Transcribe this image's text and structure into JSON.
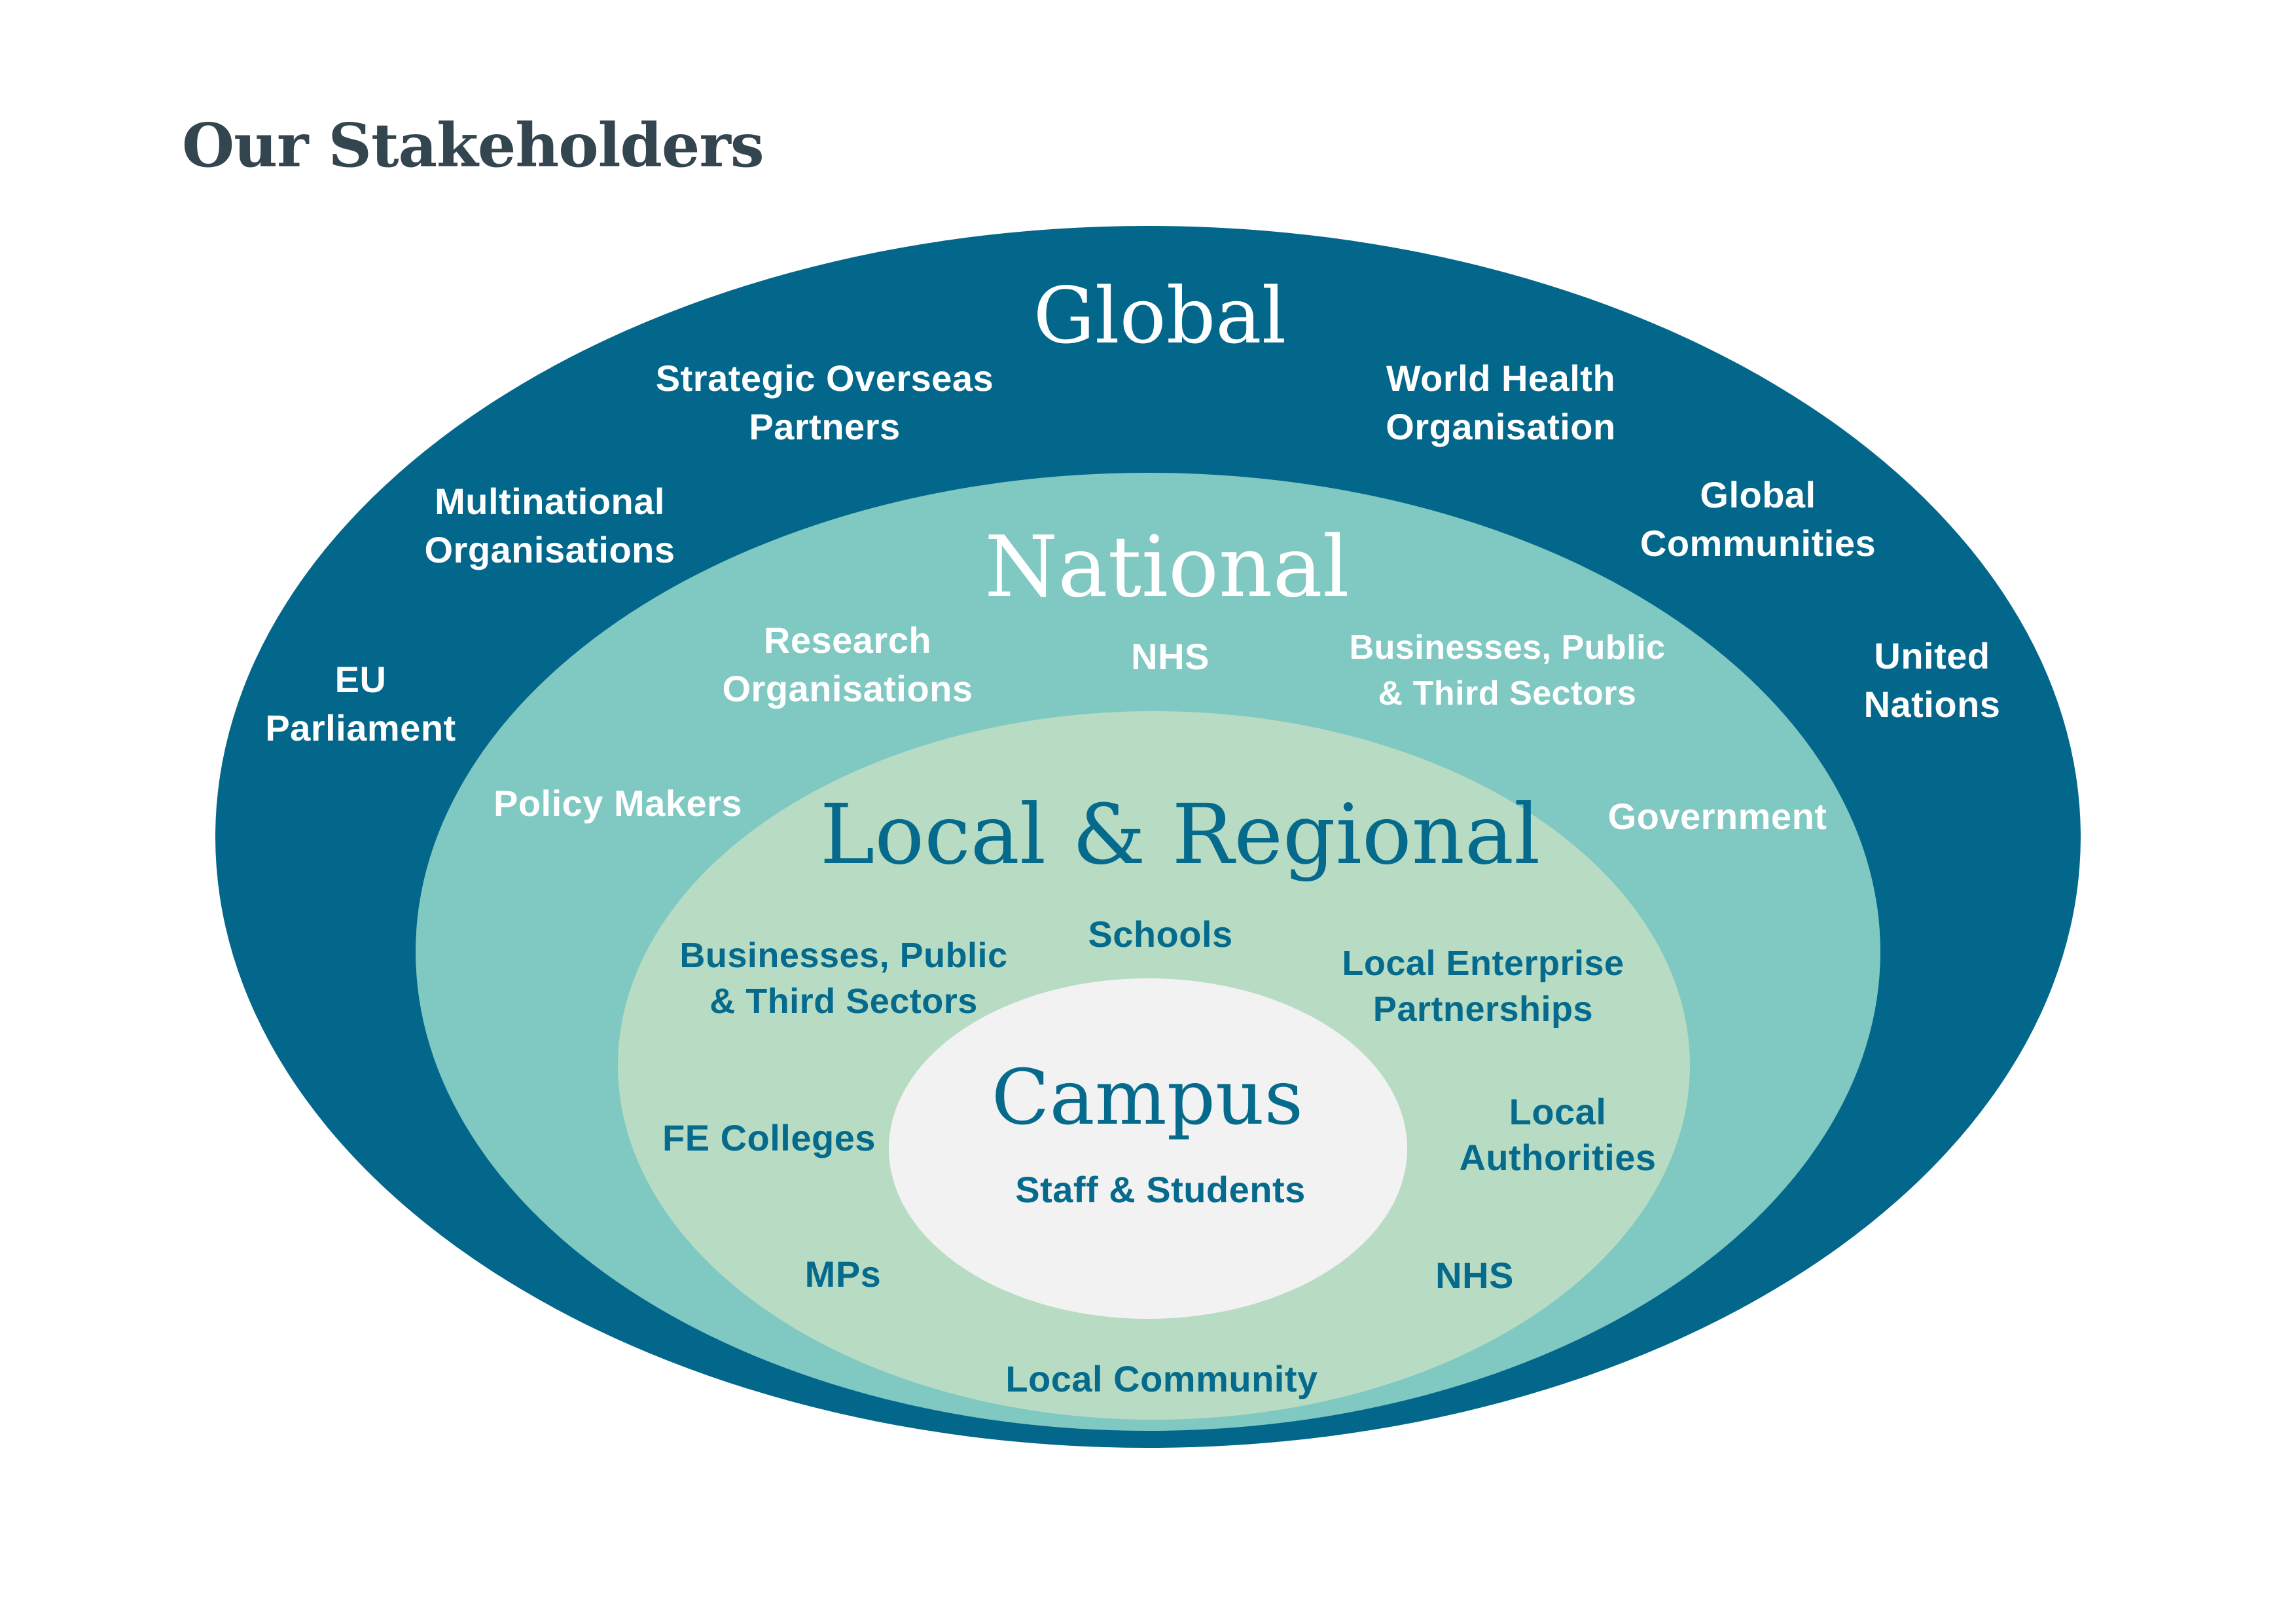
{
  "title": "Our Stakeholders",
  "colors": {
    "title": "#33454f",
    "global_ring": "#02678a",
    "national_ring": "#80c8c2",
    "local_ring": "#b7dcc3",
    "campus_ring": "#f2f2f2",
    "dark_text": "#056a8c",
    "light_text": "#ffffff"
  },
  "rings": {
    "global": {
      "heading": "Global",
      "stakeholders": [
        {
          "lines": [
            "Strategic Overseas",
            "Partners"
          ]
        },
        {
          "lines": [
            "World Health",
            "Organisation"
          ]
        },
        {
          "lines": [
            "Multinational",
            "Organisations"
          ]
        },
        {
          "lines": [
            "Global",
            "Communities"
          ]
        },
        {
          "lines": [
            "EU",
            "Parliament"
          ]
        },
        {
          "lines": [
            "United",
            "Nations"
          ]
        }
      ]
    },
    "national": {
      "heading": "National",
      "stakeholders": [
        {
          "lines": [
            "Research",
            "Organisations"
          ]
        },
        {
          "lines": [
            "NHS"
          ]
        },
        {
          "lines": [
            "Businesses, Public",
            "& Third Sectors"
          ]
        },
        {
          "lines": [
            "Policy Makers"
          ]
        },
        {
          "lines": [
            "Government"
          ]
        }
      ]
    },
    "local": {
      "heading": "Local & Regional",
      "stakeholders": [
        {
          "lines": [
            "Schools"
          ]
        },
        {
          "lines": [
            "Businesses, Public",
            "& Third Sectors"
          ]
        },
        {
          "lines": [
            "Local Enterprise",
            "Partnerships"
          ]
        },
        {
          "lines": [
            "FE Colleges"
          ]
        },
        {
          "lines": [
            "Local",
            "Authorities"
          ]
        },
        {
          "lines": [
            "MPs"
          ]
        },
        {
          "lines": [
            "NHS"
          ]
        },
        {
          "lines": [
            "Local Community"
          ]
        }
      ]
    },
    "campus": {
      "heading": "Campus",
      "stakeholders": [
        {
          "lines": [
            "Staff & Students"
          ]
        }
      ]
    }
  }
}
